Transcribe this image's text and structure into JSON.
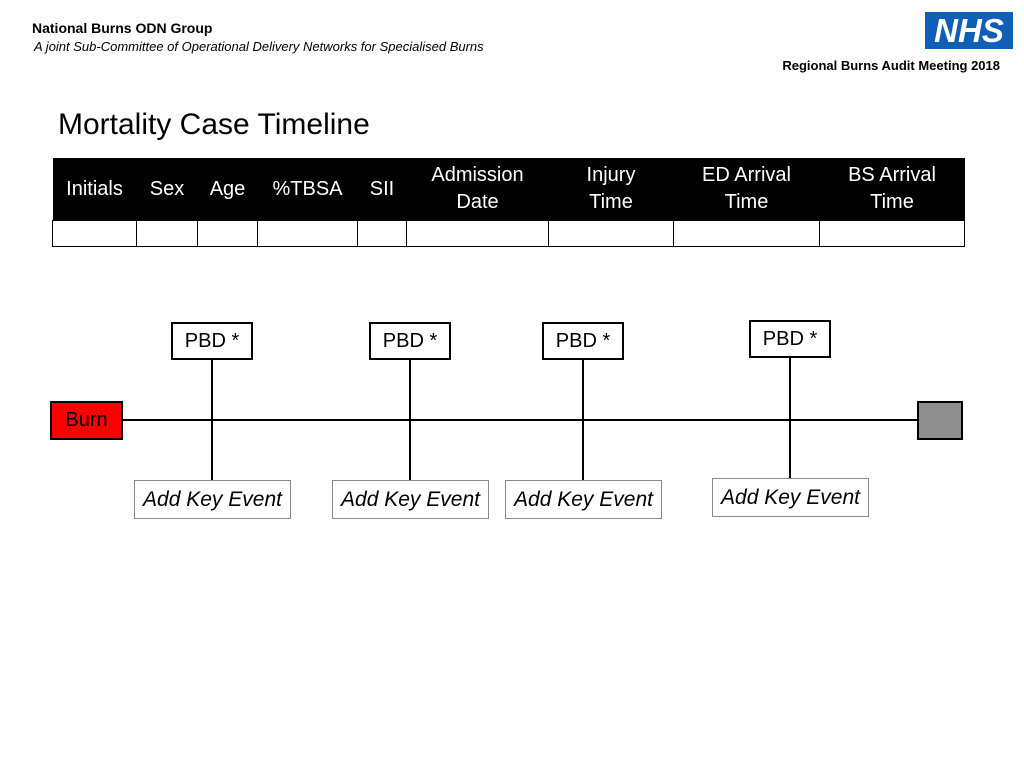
{
  "header": {
    "org_name": "National Burns ODN Group",
    "org_subtitle": "A joint Sub-Committee of Operational Delivery Networks for Specialised Burns",
    "logo_text": "NHS",
    "meeting": "Regional Burns Audit Meeting 2018"
  },
  "page_title": "Mortality Case Timeline",
  "table": {
    "columns": [
      {
        "line1": "Initials",
        "line2": ""
      },
      {
        "line1": "Sex",
        "line2": ""
      },
      {
        "line1": "Age",
        "line2": ""
      },
      {
        "line1": "%TBSA",
        "line2": ""
      },
      {
        "line1": "SII",
        "line2": ""
      },
      {
        "line1": "Admission",
        "line2": "Date"
      },
      {
        "line1": "Injury",
        "line2": "Time"
      },
      {
        "line1": "ED Arrival",
        "line2": "Time"
      },
      {
        "line1": "BS Arrival",
        "line2": "Time"
      }
    ]
  },
  "timeline": {
    "start_label": "Burn",
    "start_color": "#ff0000",
    "end_color": "#8f8f8f",
    "markers": [
      {
        "top_label": "PBD *",
        "bottom_label": "Add Key Event"
      },
      {
        "top_label": "PBD *",
        "bottom_label": "Add Key Event"
      },
      {
        "top_label": "PBD *",
        "bottom_label": "Add Key Event"
      },
      {
        "top_label": "PBD *",
        "bottom_label": "Add Key Event"
      }
    ]
  },
  "colors": {
    "nhs_blue": "#0f5fb6",
    "table_header": "#000000"
  }
}
